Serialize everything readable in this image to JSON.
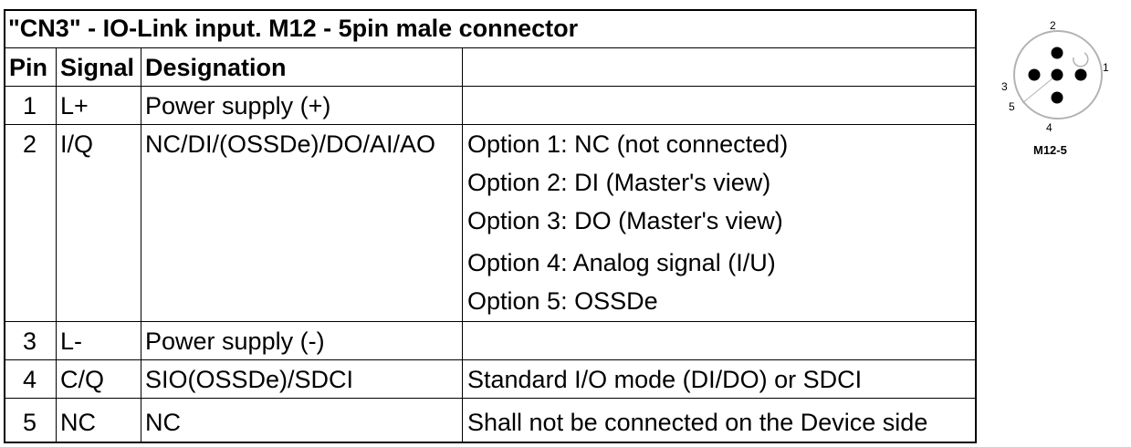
{
  "title": "\"CN3\" - IO-Link input. M12 - 5pin male connector",
  "headers": {
    "pin": "Pin",
    "signal": "Signal",
    "designation": "Designation",
    "extra": ""
  },
  "rows": [
    {
      "pin": "1",
      "signal": "L+",
      "designation": "Power supply (+)",
      "notes": []
    },
    {
      "pin": "2",
      "signal": "I/Q",
      "designation": "NC/DI/(OSSDe)/DO/AI/AO",
      "notes": [
        "Option 1: NC (not connected)",
        "Option 2: DI (Master's view)",
        "Option 3: DO (Master's view)",
        "Option 4: Analog signal (I/U)",
        "Option 5: OSSDe"
      ]
    },
    {
      "pin": "3",
      "signal": "L-",
      "designation": "Power supply (-)",
      "notes": []
    },
    {
      "pin": "4",
      "signal": "C/Q",
      "designation": "SIO(OSSDe)/SDCI",
      "notes": [
        "Standard I/O mode (DI/DO) or SDCI"
      ]
    },
    {
      "pin": "5",
      "signal": "NC",
      "designation": "NC",
      "notes": [
        "Shall not be connected on the Device side"
      ]
    }
  ],
  "connector": {
    "label": "M12-5",
    "pin_labels": {
      "p1": "1",
      "p2": "2",
      "p3": "3",
      "p4": "4",
      "p5": "5"
    }
  }
}
